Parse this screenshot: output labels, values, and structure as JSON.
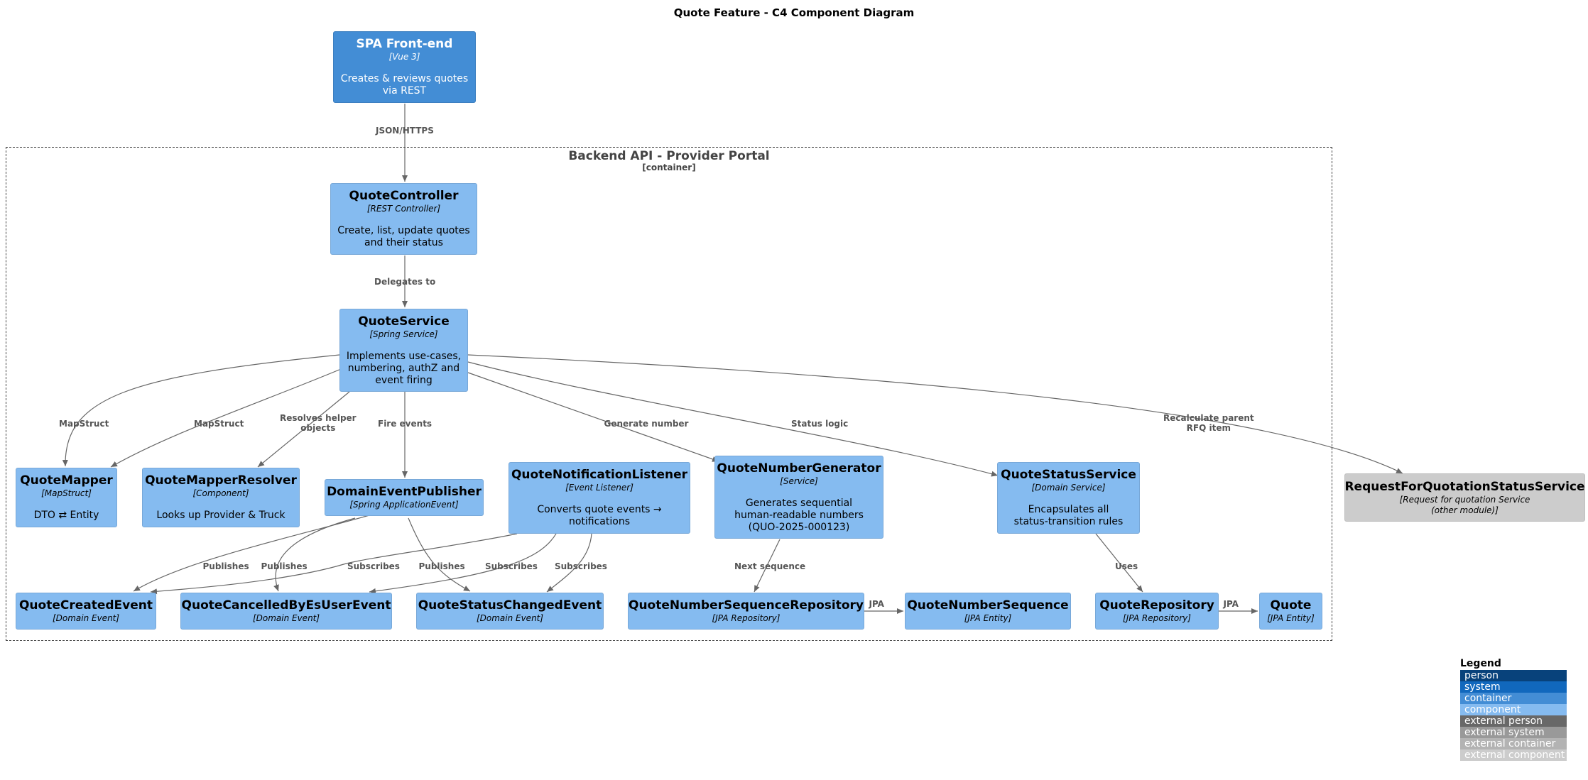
{
  "title": "Quote Feature - C4 Component Diagram",
  "boundary": {
    "name": "Backend API - Provider Portal",
    "type": "[container]"
  },
  "nodes": {
    "spa": {
      "name": "SPA Front-end",
      "tech": "[Vue 3]",
      "desc1": "Creates & reviews quotes",
      "desc2": "via REST"
    },
    "controller": {
      "name": "QuoteController",
      "tech": "[REST Controller]",
      "desc1": "Create, list, update quotes",
      "desc2": "and their status"
    },
    "service": {
      "name": "QuoteService",
      "tech": "[Spring Service]",
      "desc1": "Implements use-cases,",
      "desc2": "numbering, authZ and",
      "desc3": "event firing"
    },
    "mapper": {
      "name": "QuoteMapper",
      "tech": "[MapStruct]",
      "desc1": "DTO ⇄ Entity"
    },
    "mapperResolver": {
      "name": "QuoteMapperResolver",
      "tech": "[Component]",
      "desc1": "Looks up Provider & Truck"
    },
    "eventPublisher": {
      "name": "DomainEventPublisher",
      "tech": "[Spring ApplicationEvent]"
    },
    "notificationListener": {
      "name": "QuoteNotificationListener",
      "tech": "[Event Listener]",
      "desc1": "Converts quote events →",
      "desc2": "notifications"
    },
    "numberGenerator": {
      "name": "QuoteNumberGenerator",
      "tech": "[Service]",
      "desc1": "Generates sequential",
      "desc2": "human-readable numbers",
      "desc3": "(QUO-2025-000123)"
    },
    "statusService": {
      "name": "QuoteStatusService",
      "tech": "[Domain Service]",
      "desc1": "Encapsulates all",
      "desc2": "status-transition rules"
    },
    "rfqStatusService": {
      "name": "RequestForQuotationStatusService",
      "tech1": "[Request for quotation Service",
      "tech2": "(other module)]"
    },
    "createdEvent": {
      "name": "QuoteCreatedEvent",
      "tech": "[Domain Event]"
    },
    "cancelledEvent": {
      "name": "QuoteCancelledByEsUserEvent",
      "tech": "[Domain Event]"
    },
    "statusChangedEvent": {
      "name": "QuoteStatusChangedEvent",
      "tech": "[Domain Event]"
    },
    "numberSeqRepo": {
      "name": "QuoteNumberSequenceRepository",
      "tech": "[JPA Repository]"
    },
    "numberSeq": {
      "name": "QuoteNumberSequence",
      "tech": "[JPA Entity]"
    },
    "quoteRepo": {
      "name": "QuoteRepository",
      "tech": "[JPA Repository]"
    },
    "quote": {
      "name": "Quote",
      "tech": "[JPA Entity]"
    }
  },
  "edges": {
    "spa_controller": "JSON/HTTPS",
    "controller_service": "Delegates to",
    "service_mapper": "MapStruct",
    "service_mapper2": "MapStruct",
    "service_resolver_1": "Resolves helper",
    "service_resolver_2": "objects",
    "service_publisher": "Fire events",
    "service_generator": "Generate number",
    "service_status": "Status logic",
    "service_rfq_1": "Recalculate parent",
    "service_rfq_2": "RFQ item",
    "pub_created": "Publishes",
    "pub_cancelled": "Publishes",
    "pub_statuschanged": "Publishes",
    "listener_created": "Subscribes",
    "listener_cancelled": "Subscribes",
    "listener_statuschanged": "Subscribes",
    "generator_repo": "Next sequence",
    "seqrepo_seq": "JPA",
    "status_repo": "Uses",
    "repo_quote": "JPA"
  },
  "legend": {
    "title": "Legend",
    "items": [
      {
        "label": "person",
        "color": "#08427b"
      },
      {
        "label": "system",
        "color": "#1168bd"
      },
      {
        "label": "container",
        "color": "#438dd5"
      },
      {
        "label": "component",
        "color": "#85bbf0"
      },
      {
        "label": "external person",
        "color": "#686868"
      },
      {
        "label": "external system",
        "color": "#999999"
      },
      {
        "label": "external container",
        "color": "#b3b3b3"
      },
      {
        "label": "external component",
        "color": "#cccccc"
      }
    ]
  }
}
